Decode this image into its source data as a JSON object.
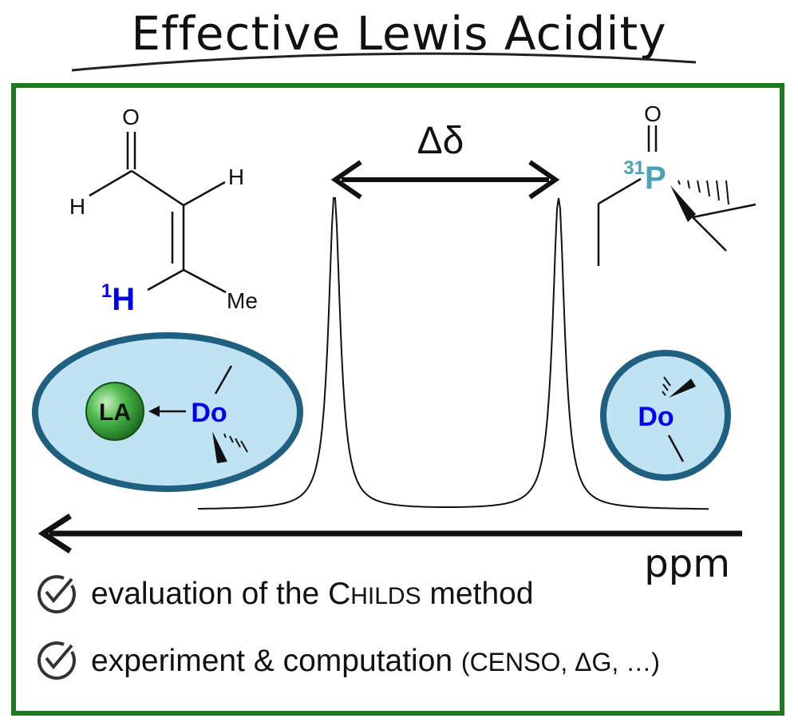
{
  "title": "Effective Lewis Acidity",
  "delta_label": "Δδ",
  "axis_label": "ppm",
  "left_molecule": {
    "atom_o": "O",
    "atom_h_left": "H",
    "atom_h_right": "H",
    "probe_nucleus_mass": "1",
    "probe_nucleus_symbol": "H",
    "substituent": "Me"
  },
  "right_molecule": {
    "atom_o": "O",
    "probe_nucleus_mass": "31",
    "probe_nucleus_symbol": "P"
  },
  "complex_bubble": {
    "acid": "LA",
    "donor": "Do"
  },
  "free_bubble": {
    "donor": "Do"
  },
  "checklist": [
    {
      "text_a": "evaluation  of the ",
      "childs_big": "C",
      "childs_small": "HILDS",
      "text_b": " method"
    },
    {
      "text_a": "experiment  & computation  ",
      "paren": "(CENSO, ΔG, …)"
    }
  ],
  "colors": {
    "frame": "#1f7a1f",
    "bubble_fill": "#bfe3f3",
    "bubble_stroke": "#1f5f7f",
    "proton_label": "#0000ee",
    "phosphorus_label": "#4aa3b5",
    "lewis_acid_ball": "#2e9a2e"
  }
}
